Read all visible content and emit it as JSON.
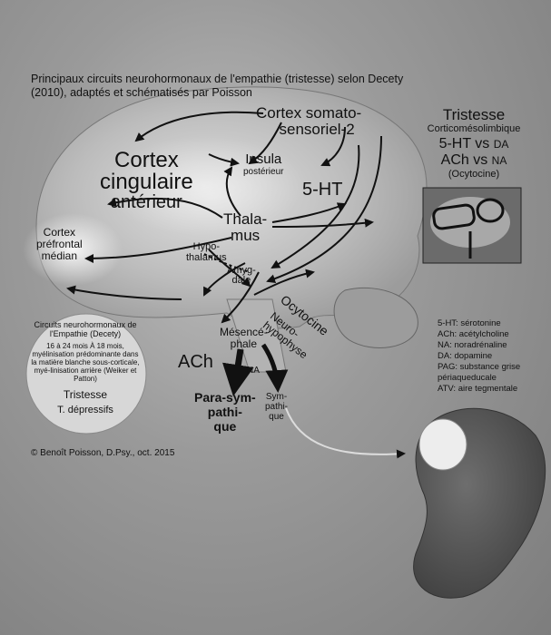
{
  "title": "Principaux circuits neurohormonaux de l'empathie (tristesse) selon Decety (2010), adaptés et schématisés par Poisson",
  "regions": {
    "cortex_somato": "Cortex somato-",
    "cortex_somato_2": "sensoriel-2",
    "cortex_cingulaire_1": "Cortex",
    "cortex_cingulaire_2": "cingulaire",
    "cortex_cingulaire_3": "antérieur",
    "insula": "Insula",
    "insula_sub": "postérieur",
    "five_ht": "5-HT",
    "thalamus_1": "Thala-",
    "thalamus_2": "mus",
    "cortex_prefrontal_1": "Cortex",
    "cortex_prefrontal_2": "préfrontal",
    "cortex_prefrontal_3": "médian",
    "hypothalamus_1": "Hypo-",
    "hypothalamus_2": "thalamus",
    "amygdale_1": "Amyg-",
    "amygdale_2": "dale",
    "ocytocine": "Ocytocine",
    "neurohypophyse_1": "Neuro-",
    "neurohypophyse_2": "hypophyse",
    "mesencephale_1": "Mésencé-",
    "mesencephale_2": "phale",
    "ach": "ACh",
    "na": "NA",
    "parasym_1": "Para-sym-",
    "parasym_2": "pathi-",
    "parasym_3": "que",
    "sym_1": "Sym-",
    "sym_2": "pathi-",
    "sym_3": "que"
  },
  "tristesse_box": {
    "heading": "Tristesse",
    "sub": "Corticomésolimbique",
    "line1_a": "5-HT",
    "line1_vs": "vs",
    "line1_b": "DA",
    "line2_a": "ACh",
    "line2_vs": "vs",
    "line2_b": "NA",
    "line3": "(Ocytocine)"
  },
  "legend": [
    "5-HT: sérotonine",
    "ACh: acétylcholine",
    "NA: noradrénaline",
    "DA: dopamine",
    "PAG: substance grise périaqueducale",
    "ATV: aire tegmentale"
  ],
  "circle": {
    "line1": "Circuits neurohormonaux de l'Empathie (Decety)",
    "line2": "16 à 24 mois À 18 mois, myélinisation prédominante dans la matière blanche sous-corticale, myé-linisation arrière (Weiker et Patton)",
    "line3": "Tristesse",
    "line4": "T. dépressifs"
  },
  "copyright": "© Benoît Poisson, D.Psy., oct. 2015",
  "colors": {
    "background": "#8a8a8a",
    "brain": "#c9c9c9",
    "arrow": "#111111",
    "kidney": "#5a5a5a"
  }
}
